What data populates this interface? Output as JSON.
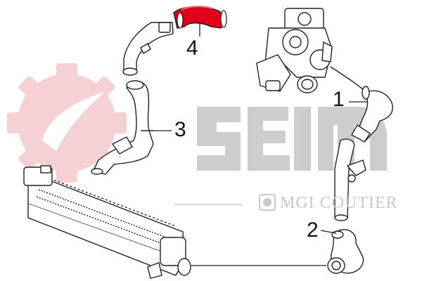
{
  "callouts": [
    {
      "id": "1",
      "label": "1"
    },
    {
      "id": "2",
      "label": "2"
    },
    {
      "id": "3",
      "label": "3"
    },
    {
      "id": "4",
      "label": "4"
    }
  ],
  "watermark": {
    "brand": "seim",
    "brand_display": "SEIM",
    "subtitle": "MGI COUTIER"
  },
  "colors": {
    "highlight": "#e0001a",
    "line": "#222222",
    "watermark_gray": "#cdcdcd",
    "watermark_pink": "#f4c9cf"
  },
  "parts": [
    {
      "id": "turbocharger",
      "icon": "turbocharger-icon"
    },
    {
      "id": "intercooler",
      "icon": "intercooler-icon"
    },
    {
      "id": "hose-1",
      "icon": "hose-icon"
    },
    {
      "id": "hose-2",
      "icon": "hose-icon"
    },
    {
      "id": "hose-3",
      "icon": "hose-icon"
    },
    {
      "id": "hose-4",
      "icon": "hose-icon"
    }
  ]
}
